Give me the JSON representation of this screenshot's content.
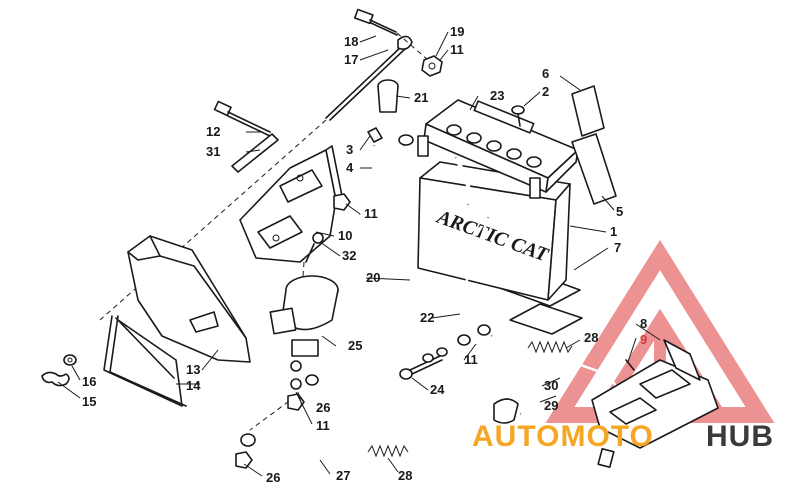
{
  "diagram": {
    "brand_on_battery": "ARCTIC CAT",
    "callouts": [
      {
        "id": "c1",
        "text": "1"
      },
      {
        "id": "c2",
        "text": "2"
      },
      {
        "id": "c3",
        "text": "3"
      },
      {
        "id": "c4",
        "text": "4"
      },
      {
        "id": "c5",
        "text": "5"
      },
      {
        "id": "c6",
        "text": "6"
      },
      {
        "id": "c7",
        "text": "7"
      },
      {
        "id": "c8",
        "text": "8"
      },
      {
        "id": "c9",
        "text": "9"
      },
      {
        "id": "c10",
        "text": "10"
      },
      {
        "id": "c11a",
        "text": "11"
      },
      {
        "id": "c11b",
        "text": "11"
      },
      {
        "id": "c11c",
        "text": "11"
      },
      {
        "id": "c11d",
        "text": "11"
      },
      {
        "id": "c12",
        "text": "12"
      },
      {
        "id": "c13",
        "text": "13"
      },
      {
        "id": "c14",
        "text": "14"
      },
      {
        "id": "c15",
        "text": "15"
      },
      {
        "id": "c16",
        "text": "16"
      },
      {
        "id": "c17",
        "text": "17"
      },
      {
        "id": "c18",
        "text": "18"
      },
      {
        "id": "c19",
        "text": "19"
      },
      {
        "id": "c20",
        "text": "20"
      },
      {
        "id": "c21",
        "text": "21"
      },
      {
        "id": "c22",
        "text": "22"
      },
      {
        "id": "c23",
        "text": "23"
      },
      {
        "id": "c24",
        "text": "24"
      },
      {
        "id": "c25",
        "text": "25"
      },
      {
        "id": "c26a",
        "text": "26"
      },
      {
        "id": "c26b",
        "text": "26"
      },
      {
        "id": "c27",
        "text": "27"
      },
      {
        "id": "c28a",
        "text": "28"
      },
      {
        "id": "c28b",
        "text": "28"
      },
      {
        "id": "c29",
        "text": "29"
      },
      {
        "id": "c30",
        "text": "30"
      },
      {
        "id": "c31",
        "text": "31"
      },
      {
        "id": "c32",
        "text": "32"
      }
    ]
  },
  "watermark": {
    "word_part1": "AUTOMOTO",
    "word_part2": "HUB",
    "color_orange": "#f5a623",
    "color_red": "#e23b3b",
    "color_dark": "#3a3a3a"
  }
}
